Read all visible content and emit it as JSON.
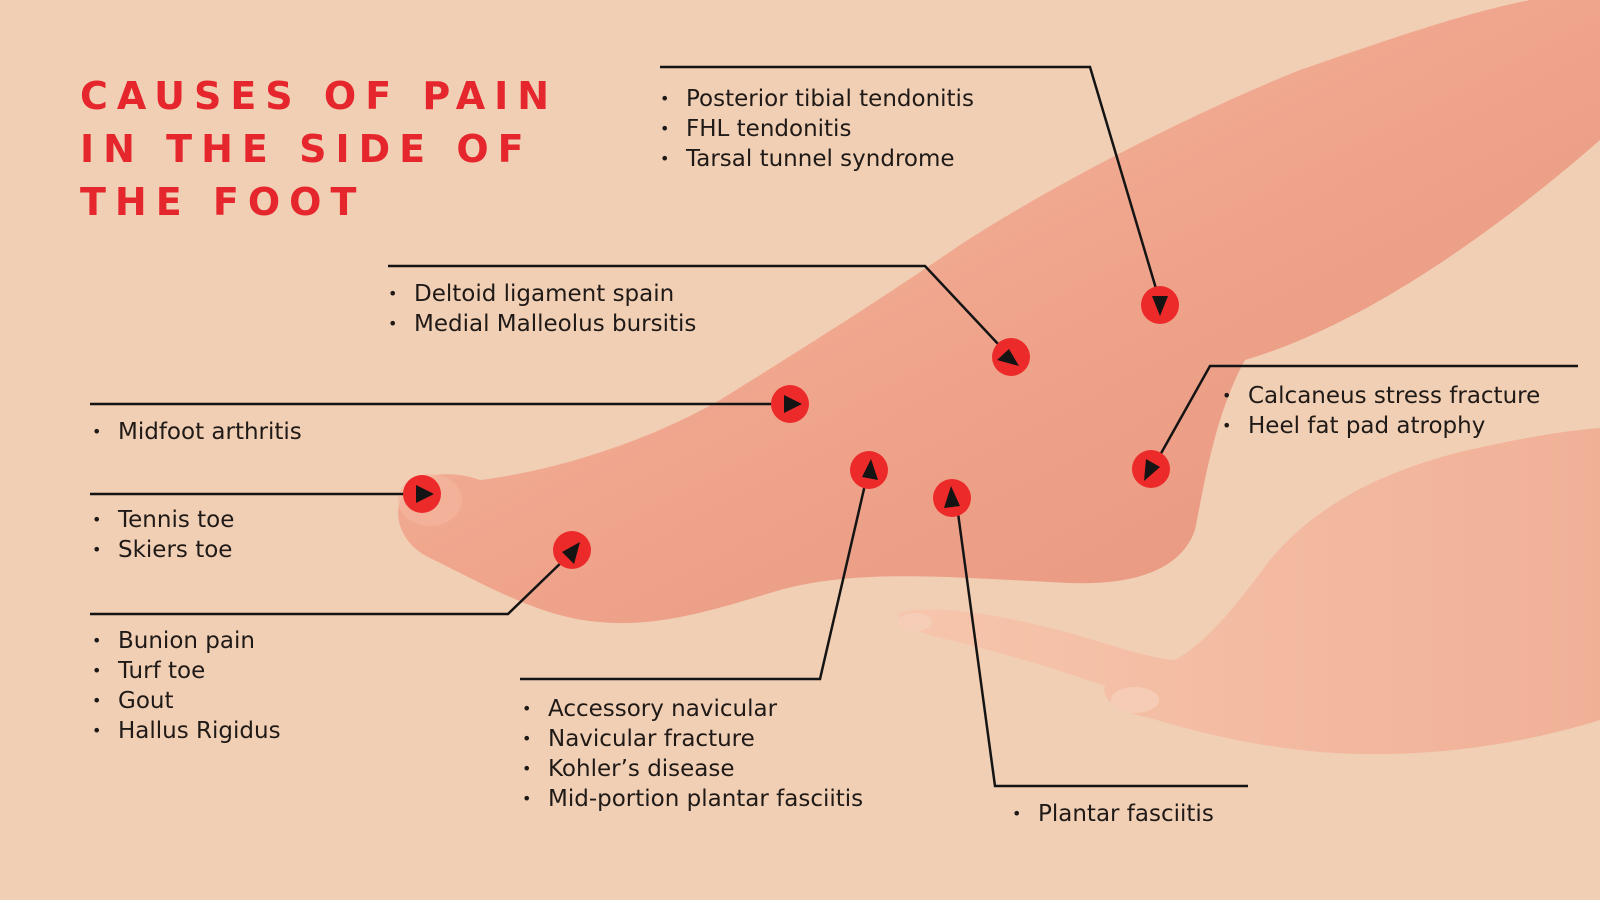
{
  "title": {
    "lines": [
      "CAUSES OF PAIN",
      "IN THE SIDE OF",
      "THE FOOT"
    ]
  },
  "colors": {
    "background": "#f1cfb4",
    "title": "#e5262c",
    "marker": "#ec2a2a",
    "leader": "#141414",
    "skin": "#f0a58e"
  },
  "groups": [
    {
      "id": "posterior",
      "items": [
        "Posterior tibial tendonitis",
        "FHL tendonitis",
        "Tarsal tunnel syndrome"
      ]
    },
    {
      "id": "deltoid",
      "items": [
        "Deltoid ligament spain",
        "Medial Malleolus bursitis"
      ]
    },
    {
      "id": "midfoot",
      "items": [
        "Midfoot arthritis"
      ]
    },
    {
      "id": "tennis",
      "items": [
        "Tennis toe",
        "Skiers toe"
      ]
    },
    {
      "id": "bunion",
      "items": [
        "Bunion pain",
        "Turf toe",
        "Gout",
        "Hallus Rigidus"
      ]
    },
    {
      "id": "navicular",
      "items": [
        "Accessory navicular",
        "Navicular fracture",
        "Kohler’s disease",
        "Mid-portion plantar fasciitis"
      ]
    },
    {
      "id": "plantar",
      "items": [
        "Plantar fasciitis"
      ]
    },
    {
      "id": "calcaneus",
      "items": [
        "Calcaneus stress fracture",
        "Heel fat pad atrophy"
      ]
    }
  ]
}
